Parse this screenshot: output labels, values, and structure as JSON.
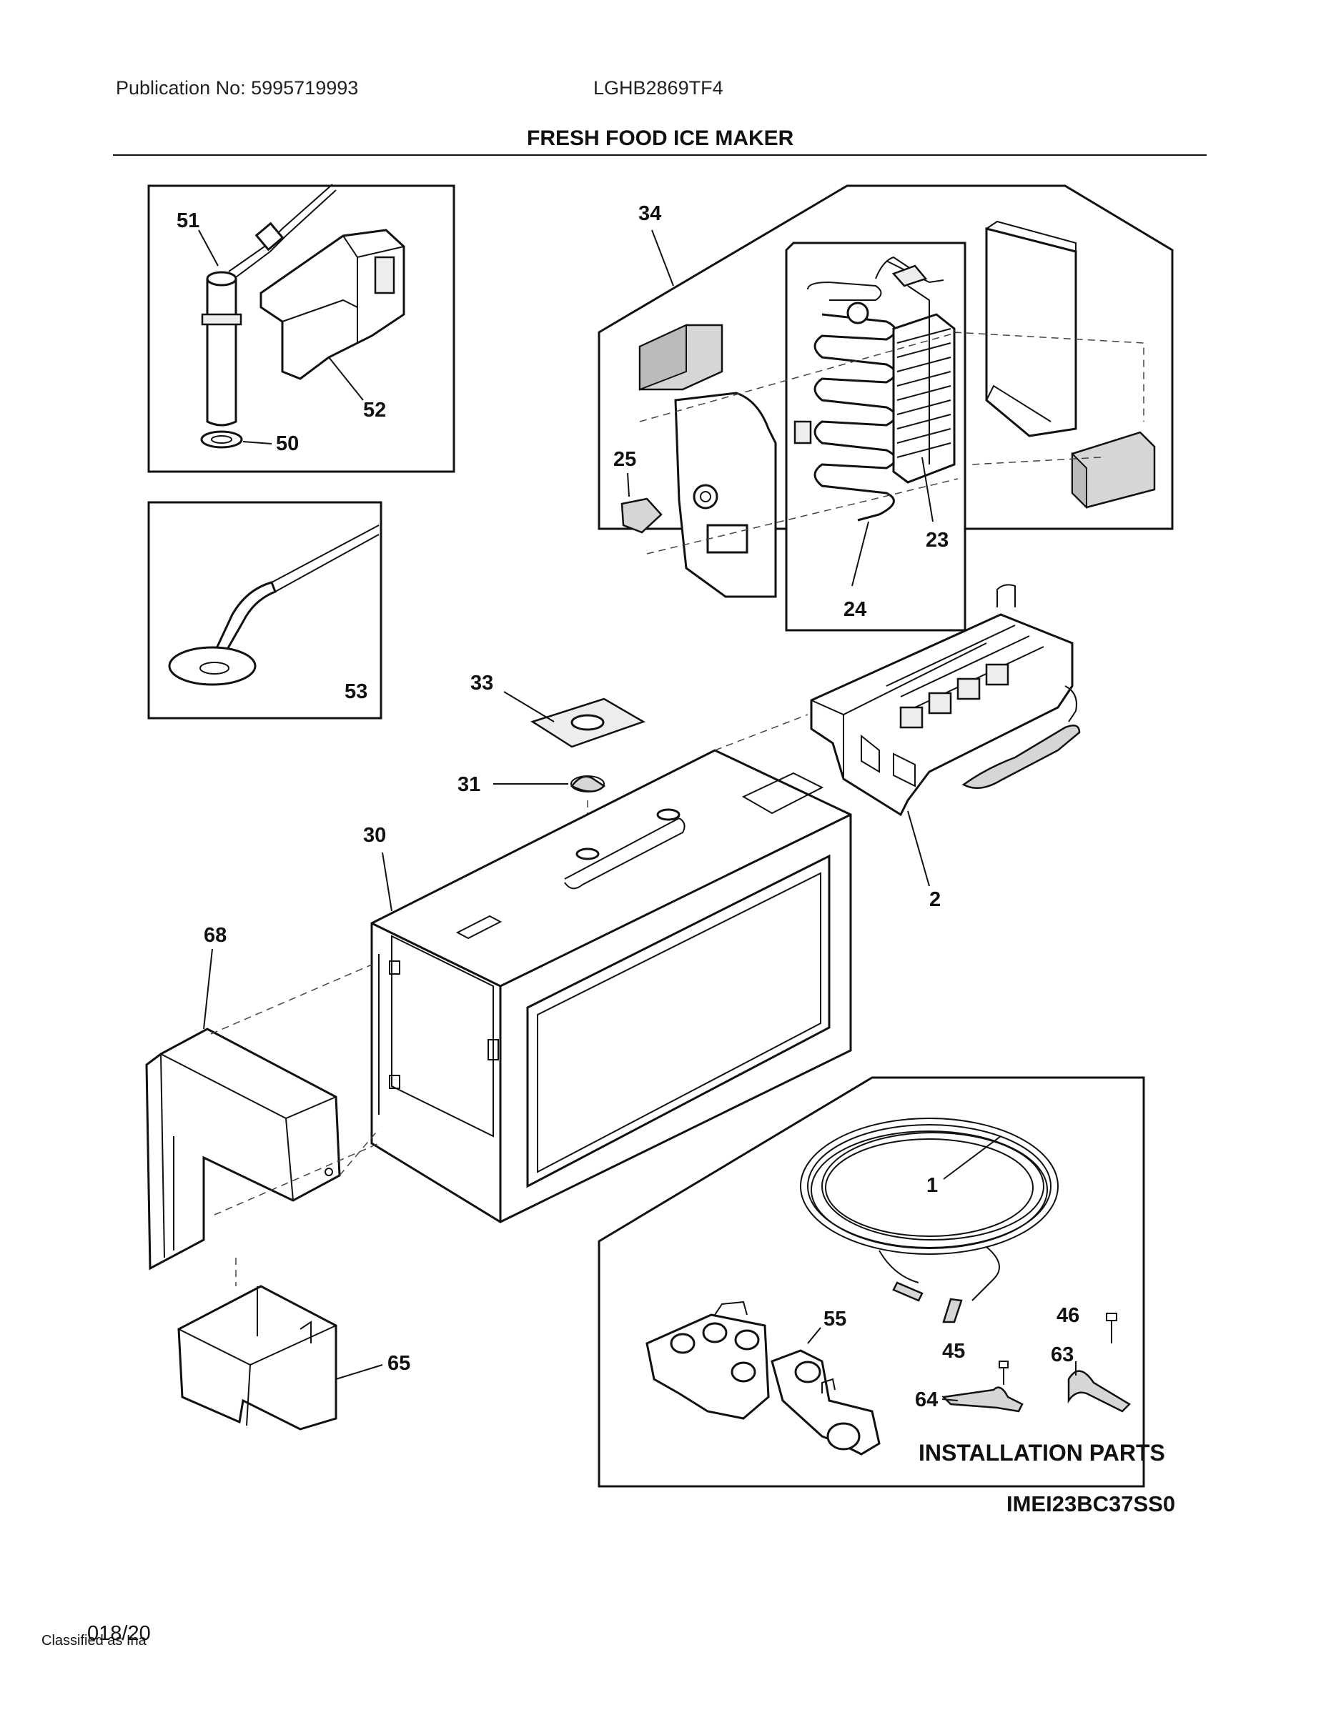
{
  "header": {
    "publication": "Publication No: 5995719993",
    "model": "LGHB2869TF4",
    "title": "FRESH FOOD ICE MAKER"
  },
  "callouts": {
    "c51": "51",
    "c52": "52",
    "c50": "50",
    "c53": "53",
    "c34": "34",
    "c25": "25",
    "c23": "23",
    "c24": "24",
    "c33": "33",
    "c31": "31",
    "c30": "30",
    "c2": "2",
    "c68": "68",
    "c65": "65",
    "c1": "1",
    "c55": "55",
    "c46": "46",
    "c45": "45",
    "c63": "63",
    "c64": "64"
  },
  "installation_label": "INSTALLATION PARTS",
  "diagram_code": "IMEI23BC37SS0",
  "footer": {
    "page": "018/20",
    "classification": "Classified as Ina"
  }
}
